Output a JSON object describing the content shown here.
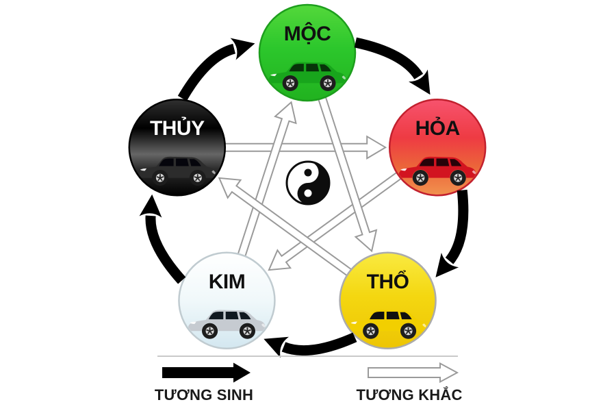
{
  "diagram": {
    "center_icon": "yin-yang-icon",
    "elements": [
      {
        "id": "moc",
        "label": "MỘC",
        "label_color": "#101010",
        "border_color": "#1d9e1d",
        "car_color": "#18a51c",
        "window_color": "#073309",
        "gradient": [
          [
            "0%",
            "#54d83b"
          ],
          [
            "45%",
            "#2cc72c"
          ],
          [
            "100%",
            "#21b21f"
          ]
        ]
      },
      {
        "id": "hoa",
        "label": "HỎA",
        "label_color": "#101010",
        "border_color": "#c2202e",
        "car_color": "#d21420",
        "window_color": "#260309",
        "gradient": [
          [
            "0%",
            "#f7536e"
          ],
          [
            "40%",
            "#ee3b43"
          ],
          [
            "70%",
            "#ec653a"
          ],
          [
            "100%",
            "#f1924f"
          ]
        ]
      },
      {
        "id": "tho",
        "label": "THỔ",
        "label_color": "#101010",
        "border_color": "#ababab",
        "car_color": "#f2cf00",
        "window_color": "#101010",
        "gradient": [
          [
            "0%",
            "#f9ea41"
          ],
          [
            "45%",
            "#f4d711"
          ],
          [
            "100%",
            "#edc503"
          ]
        ]
      },
      {
        "id": "kim",
        "label": "KIM",
        "label_color": "#101010",
        "border_color": "#c0cbd0",
        "car_color": "#c6cbd1",
        "window_color": "#101820",
        "gradient": [
          [
            "0%",
            "#ffffff"
          ],
          [
            "50%",
            "#f0f8fa"
          ],
          [
            "100%",
            "#d3e7f0"
          ]
        ]
      },
      {
        "id": "thuy",
        "label": "THỦY",
        "label_color": "#ffffff",
        "border_color": "#000000",
        "car_color": "#2c2c2c",
        "window_color": "#05050c",
        "gradient": [
          [
            "0%",
            "#303030"
          ],
          [
            "30%",
            "#000000"
          ],
          [
            "57%",
            "#666666"
          ],
          [
            "72%",
            "#2e2e2e"
          ],
          [
            "100%",
            "#000000"
          ]
        ]
      }
    ],
    "cycles": {
      "sinh": {
        "label": "TƯƠNG SINH",
        "color": "#000000",
        "pairs": [
          [
            "thuy",
            "moc"
          ],
          [
            "moc",
            "hoa"
          ],
          [
            "hoa",
            "tho"
          ],
          [
            "tho",
            "kim"
          ],
          [
            "kim",
            "thuy"
          ]
        ]
      },
      "khac": {
        "label": "TƯƠNG KHẮC",
        "fill": "#ffffff",
        "stroke": "#9a9a9a",
        "pairs": [
          [
            "thuy",
            "hoa"
          ],
          [
            "hoa",
            "kim"
          ],
          [
            "kim",
            "moc"
          ],
          [
            "moc",
            "tho"
          ],
          [
            "tho",
            "thuy"
          ]
        ]
      }
    },
    "yin_yang": {
      "dark": "#0d0d0d",
      "light": "#ffffff"
    }
  },
  "legend": {
    "divider_color": "#c9c9c9",
    "sinh_label": "TƯƠNG SINH",
    "khac_label": "TƯƠNG KHẮC"
  }
}
